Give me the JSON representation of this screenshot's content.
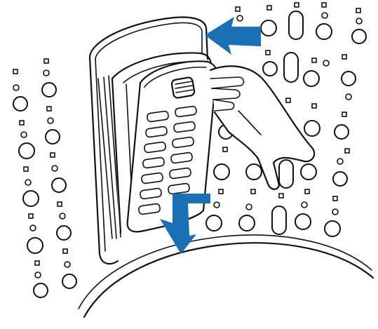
{
  "figure": {
    "subject": "appliance-filter-removal",
    "colors": {
      "arrow": "#1a6fb5",
      "line": "#111111",
      "background": "#ffffff"
    },
    "arrows": [
      {
        "icon": "arrow-left-icon",
        "meaning": "pull-filter-out"
      },
      {
        "icon": "arrow-down-left-icon",
        "meaning": "tilt-filter-down"
      }
    ]
  }
}
